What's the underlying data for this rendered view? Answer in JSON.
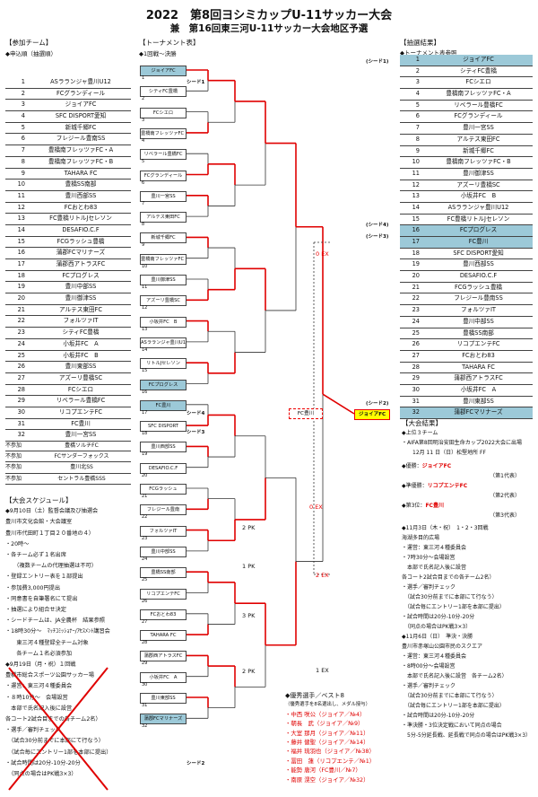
{
  "title": "2022　第8回ヨシミカップU-11サッカー大会",
  "subtitle": "兼　第16回東三河U-11サッカー大会地区予選",
  "participants": {
    "heading": "【参加チーム】",
    "sub": "◆申込順（抽選順）",
    "teams": [
      {
        "no": "1",
        "name": "ASラランジャ豊川U12"
      },
      {
        "no": "2",
        "name": "FCグランディール"
      },
      {
        "no": "3",
        "name": "ジョイアFC"
      },
      {
        "no": "4",
        "name": "SFC DISPORT愛知"
      },
      {
        "no": "5",
        "name": "新城千郷FC"
      },
      {
        "no": "6",
        "name": "フレジール豊南SS"
      },
      {
        "no": "7",
        "name": "豊橋南フレッツァFC・A"
      },
      {
        "no": "8",
        "name": "豊橋南フレッツァFC・B"
      },
      {
        "no": "9",
        "name": "TAHARA FC"
      },
      {
        "no": "10",
        "name": "豊橋SS南部"
      },
      {
        "no": "11",
        "name": "豊川西部SS"
      },
      {
        "no": "12",
        "name": "FCおとわ83"
      },
      {
        "no": "13",
        "name": "FC豊橋リトルJセレソン"
      },
      {
        "no": "14",
        "name": "DESAFIO.C.F"
      },
      {
        "no": "15",
        "name": "FCGラッシュ豊橋"
      },
      {
        "no": "16",
        "name": "蒲郡FCマリナーズ"
      },
      {
        "no": "17",
        "name": "蒲郡西アトラスFC"
      },
      {
        "no": "18",
        "name": "FCプログレス"
      },
      {
        "no": "19",
        "name": "豊川中部SS"
      },
      {
        "no": "20",
        "name": "豊川御津SS"
      },
      {
        "no": "21",
        "name": "アルテス東田FC"
      },
      {
        "no": "22",
        "name": "フォルツァIT"
      },
      {
        "no": "23",
        "name": "シティFC豊橋"
      },
      {
        "no": "24",
        "name": "小坂井FC　A"
      },
      {
        "no": "25",
        "name": "小坂井FC　B"
      },
      {
        "no": "26",
        "name": "豊川東部SS"
      },
      {
        "no": "27",
        "name": "アズーリ豊橋SC"
      },
      {
        "no": "28",
        "name": "FCシエロ"
      },
      {
        "no": "29",
        "name": "リベラール豊橋FC"
      },
      {
        "no": "30",
        "name": "リコプエンテFC"
      },
      {
        "no": "31",
        "name": "FC豊川"
      },
      {
        "no": "32",
        "name": "豊川一宮SS"
      }
    ],
    "absent": [
      {
        "label": "不参加",
        "name": "豊橋ソルチFC"
      },
      {
        "label": "不参加",
        "name": "FCサンダーフォックス"
      },
      {
        "label": "不参加",
        "name": "豊川北SS"
      },
      {
        "label": "不参加",
        "name": "セントラル豊橋SSS"
      }
    ]
  },
  "bracket": {
    "heading": "【トーナメント表】",
    "sub": "◆1回戦～決勝",
    "teams": [
      {
        "name": "ジョイアFC",
        "hl": true
      },
      {
        "name": "シティFC豊橋"
      },
      {
        "name": "FCシエロ"
      },
      {
        "name": "豊橋南フレッツァFC・A"
      },
      {
        "name": "リベラール豊橋FC"
      },
      {
        "name": "FCグランディール"
      },
      {
        "name": "豊川一宮SS"
      },
      {
        "name": "アルテス東田FC"
      },
      {
        "name": "新城千郷FC"
      },
      {
        "name": "豊橋南フレッツァFC・B"
      },
      {
        "name": "豊川御津SS"
      },
      {
        "name": "アズーリ豊橋SC"
      },
      {
        "name": "小坂井FC　B"
      },
      {
        "name": "ASラランジャ豊川U12"
      },
      {
        "name": "リトルJセレソン"
      },
      {
        "name": "FCプログレス",
        "hl": true
      },
      {
        "name": "FC豊川",
        "hl": true
      },
      {
        "name": "SFC DISPORT"
      },
      {
        "name": "豊川西部SS"
      },
      {
        "name": "DESAFIO.C.F"
      },
      {
        "name": "FCGラッシュ"
      },
      {
        "name": "フレジール豊南"
      },
      {
        "name": "フォルツァIT"
      },
      {
        "name": "豊川中部SS"
      },
      {
        "name": "豊橋SS南部"
      },
      {
        "name": "リコプエンテFC"
      },
      {
        "name": "FCおとわ83"
      },
      {
        "name": "TAHARA FC"
      },
      {
        "name": "蒲郡西アトラスFC"
      },
      {
        "name": "小坂井FC　A"
      },
      {
        "name": "豊川東部SS"
      },
      {
        "name": "蒲郡FCマリナーズ",
        "hl": true
      }
    ],
    "seeds": {
      "s1": "シード1",
      "s4": "シード4",
      "s3": "シード3",
      "s2": "シード2"
    },
    "winner_box": "ジョイアFC",
    "mid_box": "FC豊川",
    "pk_labels": [
      "2 PK",
      "1 PK",
      "3 PK",
      "2 PK"
    ],
    "ex_labels": [
      "0 EX",
      "0 EX",
      "2 EX",
      "1 EX"
    ]
  },
  "draw_result": {
    "heading": "【抽選結果】",
    "sub": "◆トーナメント表参照",
    "seeds": [
      "(シード1)",
      "(シード4)",
      "(シード3)",
      "(シード2)"
    ],
    "teams": [
      {
        "no": "1",
        "name": "ジョイアFC",
        "hl": true
      },
      {
        "no": "2",
        "name": "シティFC豊橋"
      },
      {
        "no": "3",
        "name": "FCシエロ"
      },
      {
        "no": "4",
        "name": "豊橋南フレッツァFC・A"
      },
      {
        "no": "5",
        "name": "リベラール豊橋FC"
      },
      {
        "no": "6",
        "name": "FCグランディール"
      },
      {
        "no": "7",
        "name": "豊川一宮SS"
      },
      {
        "no": "8",
        "name": "アルテス東田FC"
      },
      {
        "no": "9",
        "name": "新城千郷FC"
      },
      {
        "no": "10",
        "name": "豊橋南フレッツァFC・B"
      },
      {
        "no": "11",
        "name": "豊川御津SS"
      },
      {
        "no": "12",
        "name": "アズーリ豊橋SC"
      },
      {
        "no": "13",
        "name": "小坂井FC　B"
      },
      {
        "no": "14",
        "name": "ASラランジャ豊川U12"
      },
      {
        "no": "15",
        "name": "FC豊橋リトルJセレソン"
      },
      {
        "no": "16",
        "name": "FCプログレス",
        "hl": true
      },
      {
        "no": "17",
        "name": "FC豊川",
        "hl": true
      },
      {
        "no": "18",
        "name": "SFC DISPORT愛知"
      },
      {
        "no": "19",
        "name": "豊川西部SS"
      },
      {
        "no": "20",
        "name": "DESAFIO.C.F"
      },
      {
        "no": "21",
        "name": "FCGラッシュ豊橋"
      },
      {
        "no": "22",
        "name": "フレジール豊南SS"
      },
      {
        "no": "23",
        "name": "フォルツァIT"
      },
      {
        "no": "24",
        "name": "豊川中部SS"
      },
      {
        "no": "25",
        "name": "豊橋SS南部"
      },
      {
        "no": "26",
        "name": "リコプエンテFC"
      },
      {
        "no": "27",
        "name": "FCおとわ83"
      },
      {
        "no": "28",
        "name": "TAHARA FC"
      },
      {
        "no": "29",
        "name": "蒲郡西アトラスFC"
      },
      {
        "no": "30",
        "name": "小坂井FC　A"
      },
      {
        "no": "31",
        "name": "豊川東部SS"
      },
      {
        "no": "32",
        "name": "蒲郡FCマリナーズ",
        "hl": true
      }
    ]
  },
  "schedule": {
    "heading": "【大会スケジュール】",
    "lines": [
      "◆9月10日（土）監督会議及び抽選会",
      "豊川市文化会館・大会議室",
      "豊川市代田町１丁目２０番地の４）",
      "・20時～",
      "・各チーム必ず１名出席",
      "　　（複数チームの代理抽選は不可）",
      "・登録エントリー表を１部提出",
      "・参加費3,000円提出",
      "・同意書を自筆署名にて提出",
      "・抽選により組合せ決定",
      "・シードチームは、JA全農杯　結果参照",
      "・18時30分～　ﾏｯﾁｺﾐｯｼｮﾅｰ/ｱｾｽﾒﾝﾄ講習会",
      "　　東三河４種登録全チーム対象",
      "　　各チーム１名必須参加",
      "◆9月19日（月・祝）１回戦",
      "豊橋市総合スポーツ公園サッカー場",
      "・運営：東三河４種委員会",
      "・８時10分～　会場設営",
      "　本部で氏名記入後に設営",
      "各コート2試合目までの各チーム2名）",
      "・選手／審判チェック",
      "　（試合30分前までに本部にて行なう）",
      "　（試合毎にエントリー1部を本部に提出）",
      "・試合時間は20分-10分-20分",
      "　（同点の場合はPK戦3×3）"
    ]
  },
  "results": {
    "heading": "【大会結果】",
    "lines": [
      "◆上位３チーム",
      "・AIFA第8回明治安田生命カップ2022大会に出場",
      "　　12月 11 日（日）松堅地所 FF"
    ],
    "win_label": "◆優勝：",
    "win_team": "ジョイアFC",
    "win_note": "（第1代表）",
    "second_label": "◆準優勝：",
    "second_team": "リコプエンテFC",
    "second_note": "（第2代表）",
    "third_label": "◆第3位：",
    "third_team": "FC豊川",
    "third_note": "（第3代表）",
    "day2": [
      "◆11月3日（木・祝）　1・2・3回戦",
      "海湖多目的広場",
      "・運営：東三河４種委員会",
      "・7時30分～会場設営",
      "　本部で氏名記入後に設営",
      "各コート2試合目までの各チーム2名）",
      "・選手／審判チェック",
      "　（試合30分前までに本部にて行なう）",
      "　（試合毎にエントリー1部を本部に提出）",
      "・試合時間は20分-10分-20分",
      "　（同点の場合はPK戦3×3）",
      "◆11月6日（日）　準決・決勝",
      "豊川市赤塚山公園市民のスクエア",
      "・運営：東三河４種委員会",
      "・8時00分～会場設営",
      "　本部で氏名記入後に設営　各チーム2名）",
      "・選手／審判チェック",
      "　（試合30分前までに本部にて行なう）",
      "　（試合毎にエントリー1部を本部に提出）",
      "・試合時間は20分-10分-20分",
      "・準決勝・3位決定戦において同点の場合",
      "　5分-5分延長戦、延長戦で同点の場合はPK戦3×3）"
    ]
  },
  "awards": {
    "heading": "◆優秀選手／ベスト8",
    "sub": "（優秀選手を8名選出し、メダル授与）",
    "players": [
      {
        "name": "・中西 咲公",
        "team": "（ジョイア／№4）"
      },
      {
        "name": "・朝長　武",
        "team": "（ジョイア／№9）"
      },
      {
        "name": "・大室 那月",
        "team": "（ジョイア／№11）"
      },
      {
        "name": "・藤井 健聖",
        "team": "（ジョイア／№14）"
      },
      {
        "name": "・福井 琉羽也",
        "team": "（ジョイア／№38）"
      },
      {
        "name": "・冨田　蓮",
        "team": "（リコプエンテ／№1）"
      },
      {
        "name": "・能勢 唐河",
        "team": "（FC豊川／№7）"
      },
      {
        "name": "・南原 滉空",
        "team": "（ジョイア／№32）"
      }
    ]
  },
  "colors": {
    "accent": "#e00000",
    "highlight": "#9cc9d8",
    "winner_bg": "#ffff00"
  }
}
